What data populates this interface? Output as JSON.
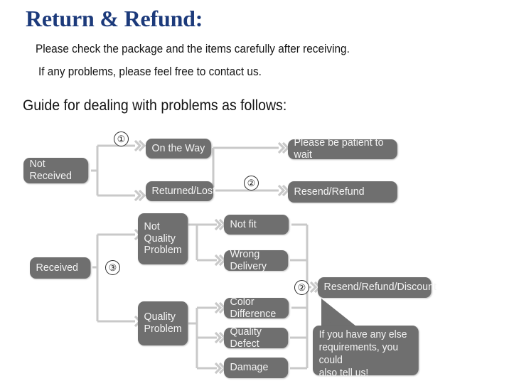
{
  "header": {
    "title": "Return & Refund:",
    "intro_line_1": "Please check the package and the items carefully after receiving.",
    "intro_line_2": "If any problems, please feel free to contact us.",
    "guide_heading": "Guide for dealing with problems as follows:",
    "title_color": "#1c3a7b"
  },
  "flowchart": {
    "node_fill": "#6f6f6f",
    "node_text_color": "#f4f4f4",
    "connector_color": "#c9c9c9",
    "nodes": {
      "not_received": "Not Received",
      "on_the_way": "On the Way",
      "returned_lost": "Returned/Lost",
      "please_be_patient": "Please be patient to wait",
      "resend_refund": "Resend/Refund",
      "received": "Received",
      "not_quality_problem": "Not\nQuality\nProblem",
      "quality_problem": "Quality\nProblem",
      "not_fit": "Not fit",
      "wrong_delivery": "Wrong Delivery",
      "color_difference": "Color Difference",
      "quality_defect": "Quality Defect",
      "damage": "Damage",
      "resend_refund_discount": "Resend/Refund/Discount"
    },
    "markers": {
      "step_1": "①",
      "step_2_top": "②",
      "step_2_bottom": "②",
      "step_3": "③"
    },
    "callout": {
      "text": "If you have any else\nrequirements, you could\nalso tell us!"
    }
  }
}
